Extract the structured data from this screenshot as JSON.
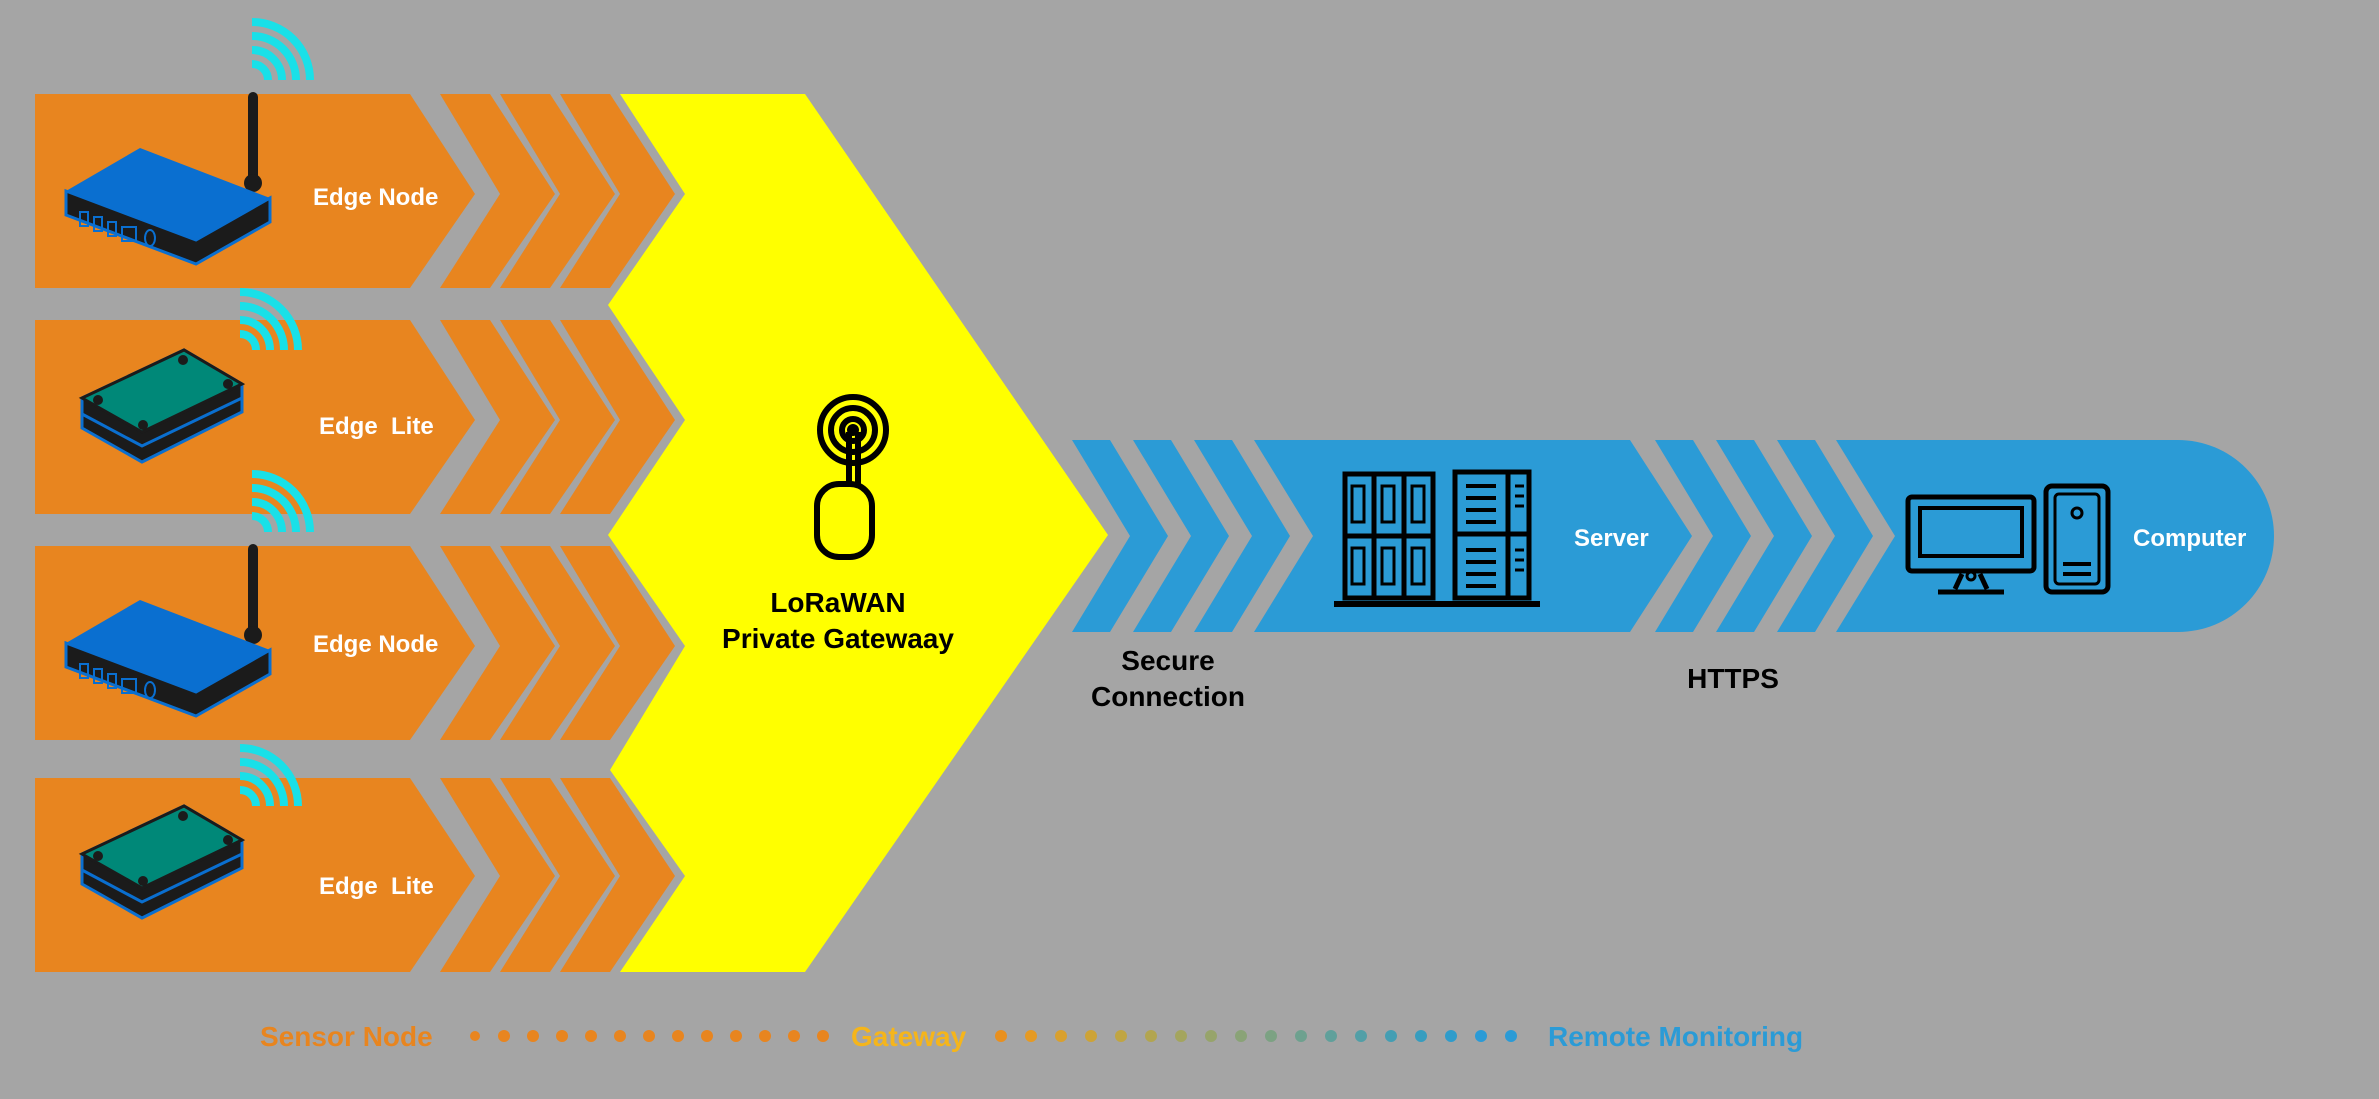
{
  "colors": {
    "background": "#a5a5a5",
    "sensor_orange": "#e8851f",
    "gateway_yellow": "#ffff00",
    "monitoring_blue": "#2b9bd6",
    "wifi_cyan": "#19e0e8",
    "router_blue": "#0a6fd0",
    "lite_teal": "#008878",
    "device_dark": "#1b1b1b",
    "white": "#ffffff",
    "black": "#000000"
  },
  "edge_devices": [
    {
      "label": "Edge Node",
      "device": "router-device-icon"
    },
    {
      "label": "Edge  Lite",
      "device": "lite-sensor-device-icon"
    },
    {
      "label": "Edge Node",
      "device": "router-device-icon"
    },
    {
      "label": "Edge  Lite",
      "device": "lite-sensor-device-icon"
    }
  ],
  "gateway": {
    "line1": "LoRaWAN",
    "line2": "Private Gatewaay",
    "icon": "gateway-antenna-icon"
  },
  "connection": {
    "line1": "Secure",
    "line2": "Connection"
  },
  "server": {
    "label": "Server",
    "icon": "server-rack-icon"
  },
  "protocol": {
    "label": "HTTPS"
  },
  "computer": {
    "label": "Computer",
    "icon": "desktop-computer-icon"
  },
  "legend": {
    "sensor_node": "Sensor Node",
    "gateway": "Gateway",
    "remote_monitoring": "Remote Monitoring",
    "sensor_color": "#e8851f",
    "gateway_color": "#f5b51b",
    "remote_color": "#2b9bd6"
  }
}
